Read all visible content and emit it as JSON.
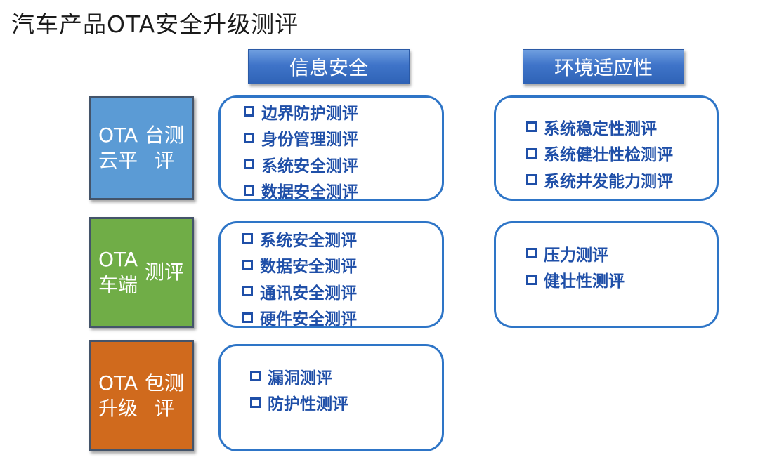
{
  "title": "汽车产品OTA安全升级测评",
  "columns": [
    "信息安全",
    "环境适应性"
  ],
  "rows": [
    {
      "label_lines": [
        "OTA云平",
        "台测评"
      ],
      "color": "#5b9bd5",
      "info_security": [
        "边界防护测评",
        "身份管理测评",
        "系统安全测评",
        "数据安全测评"
      ],
      "environment": [
        "系统稳定性测评",
        "系统健壮性检测评",
        "系统并发能力测评"
      ]
    },
    {
      "label_lines": [
        "OTA车端",
        "测评"
      ],
      "color": "#70ad47",
      "info_security": [
        "系统安全测评",
        "数据安全测评",
        "通讯安全测评",
        "硬件安全测评"
      ],
      "environment": [
        "压力测评",
        "健壮性测评"
      ]
    },
    {
      "label_lines": [
        "OTA升级",
        "包测评"
      ],
      "color": "#d06a1d",
      "info_security": [
        "漏洞测评",
        "防护性测评"
      ]
    }
  ],
  "colors": {
    "header_blue": "#3f74c9",
    "box_border": "#2e75c7",
    "item_text": "#1f4fa8",
    "label_border": "#44546a"
  },
  "icons": {
    "item_bullet": "hollow-square-icon"
  }
}
